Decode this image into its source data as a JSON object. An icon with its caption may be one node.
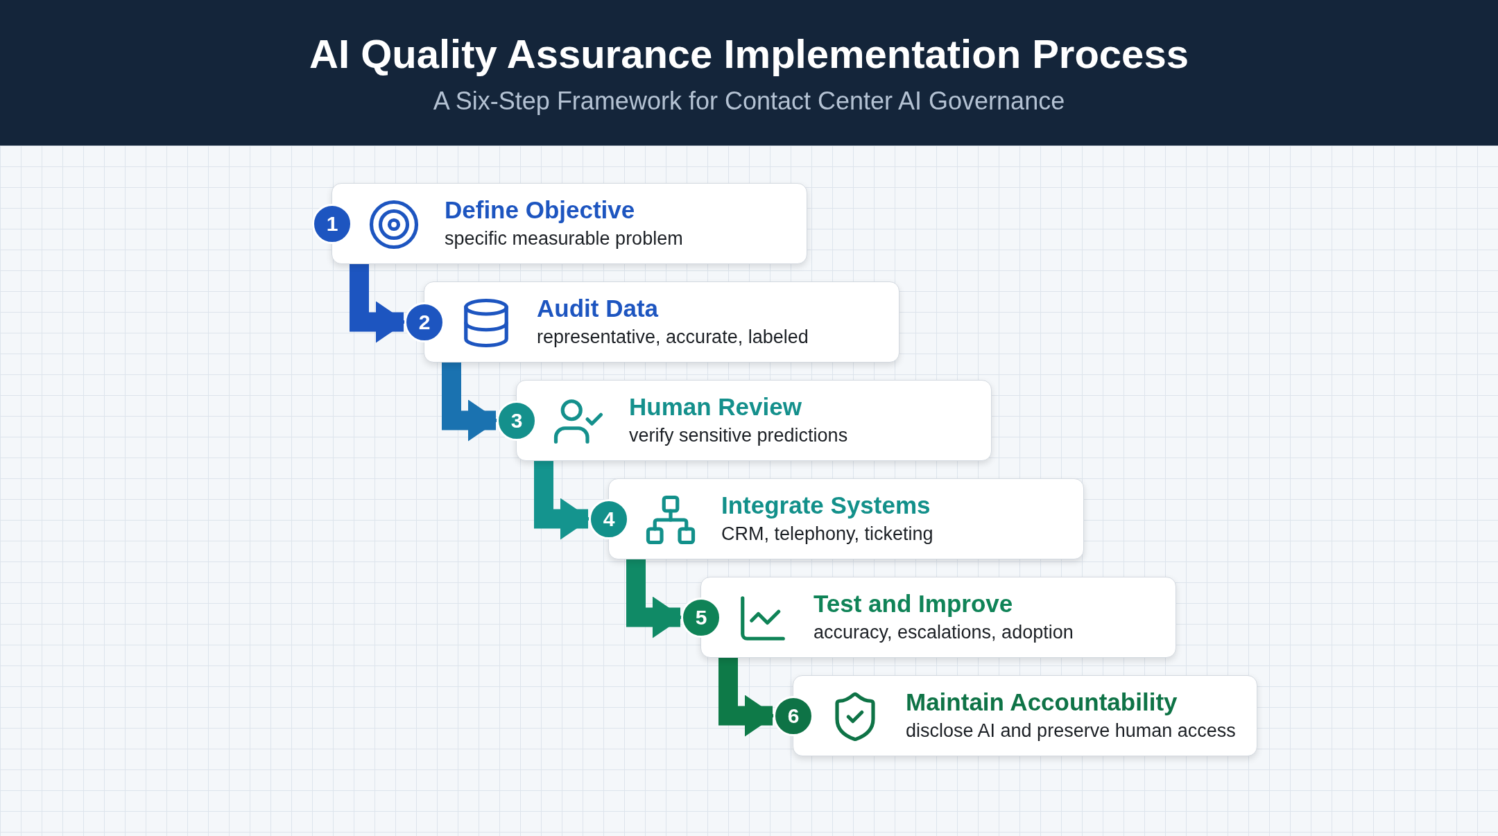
{
  "diagram": {
    "title": "AI Quality Assurance Implementation Process",
    "caption": "A Six-Step Framework for Contact Center AI Governance",
    "nodes": [
      {
        "text": [
          "1",
          "Define Objective",
          "specific measurable problem"
        ]
      },
      {
        "text": [
          "2",
          "Audit Data",
          "representative, accurate, labeled"
        ]
      },
      {
        "text": [
          "3",
          "Human Review",
          "verify sensitive predictions"
        ]
      },
      {
        "text": [
          "4",
          "Integrate Systems",
          "CRM, telephony, ticketing"
        ]
      },
      {
        "text": [
          "5",
          "Test and Improve",
          "accuracy, escalations, adoption"
        ]
      },
      {
        "text": [
          "6",
          "Maintain Accountability",
          "disclose AI and preserve human access"
        ]
      }
    ],
    "edges": [
      {
        "from": 0,
        "to": 1,
        "arrow": "to",
        "color": "#1d55c0"
      },
      {
        "from": 1,
        "to": 2,
        "arrow": "to",
        "color": "#1a72b0"
      },
      {
        "from": 2,
        "to": 3,
        "arrow": "to",
        "color": "#14948e"
      },
      {
        "from": 3,
        "to": 4,
        "arrow": "to",
        "color": "#108a66"
      },
      {
        "from": 4,
        "to": 5,
        "arrow": "to",
        "color": "#0e7a48"
      }
    ]
  }
}
